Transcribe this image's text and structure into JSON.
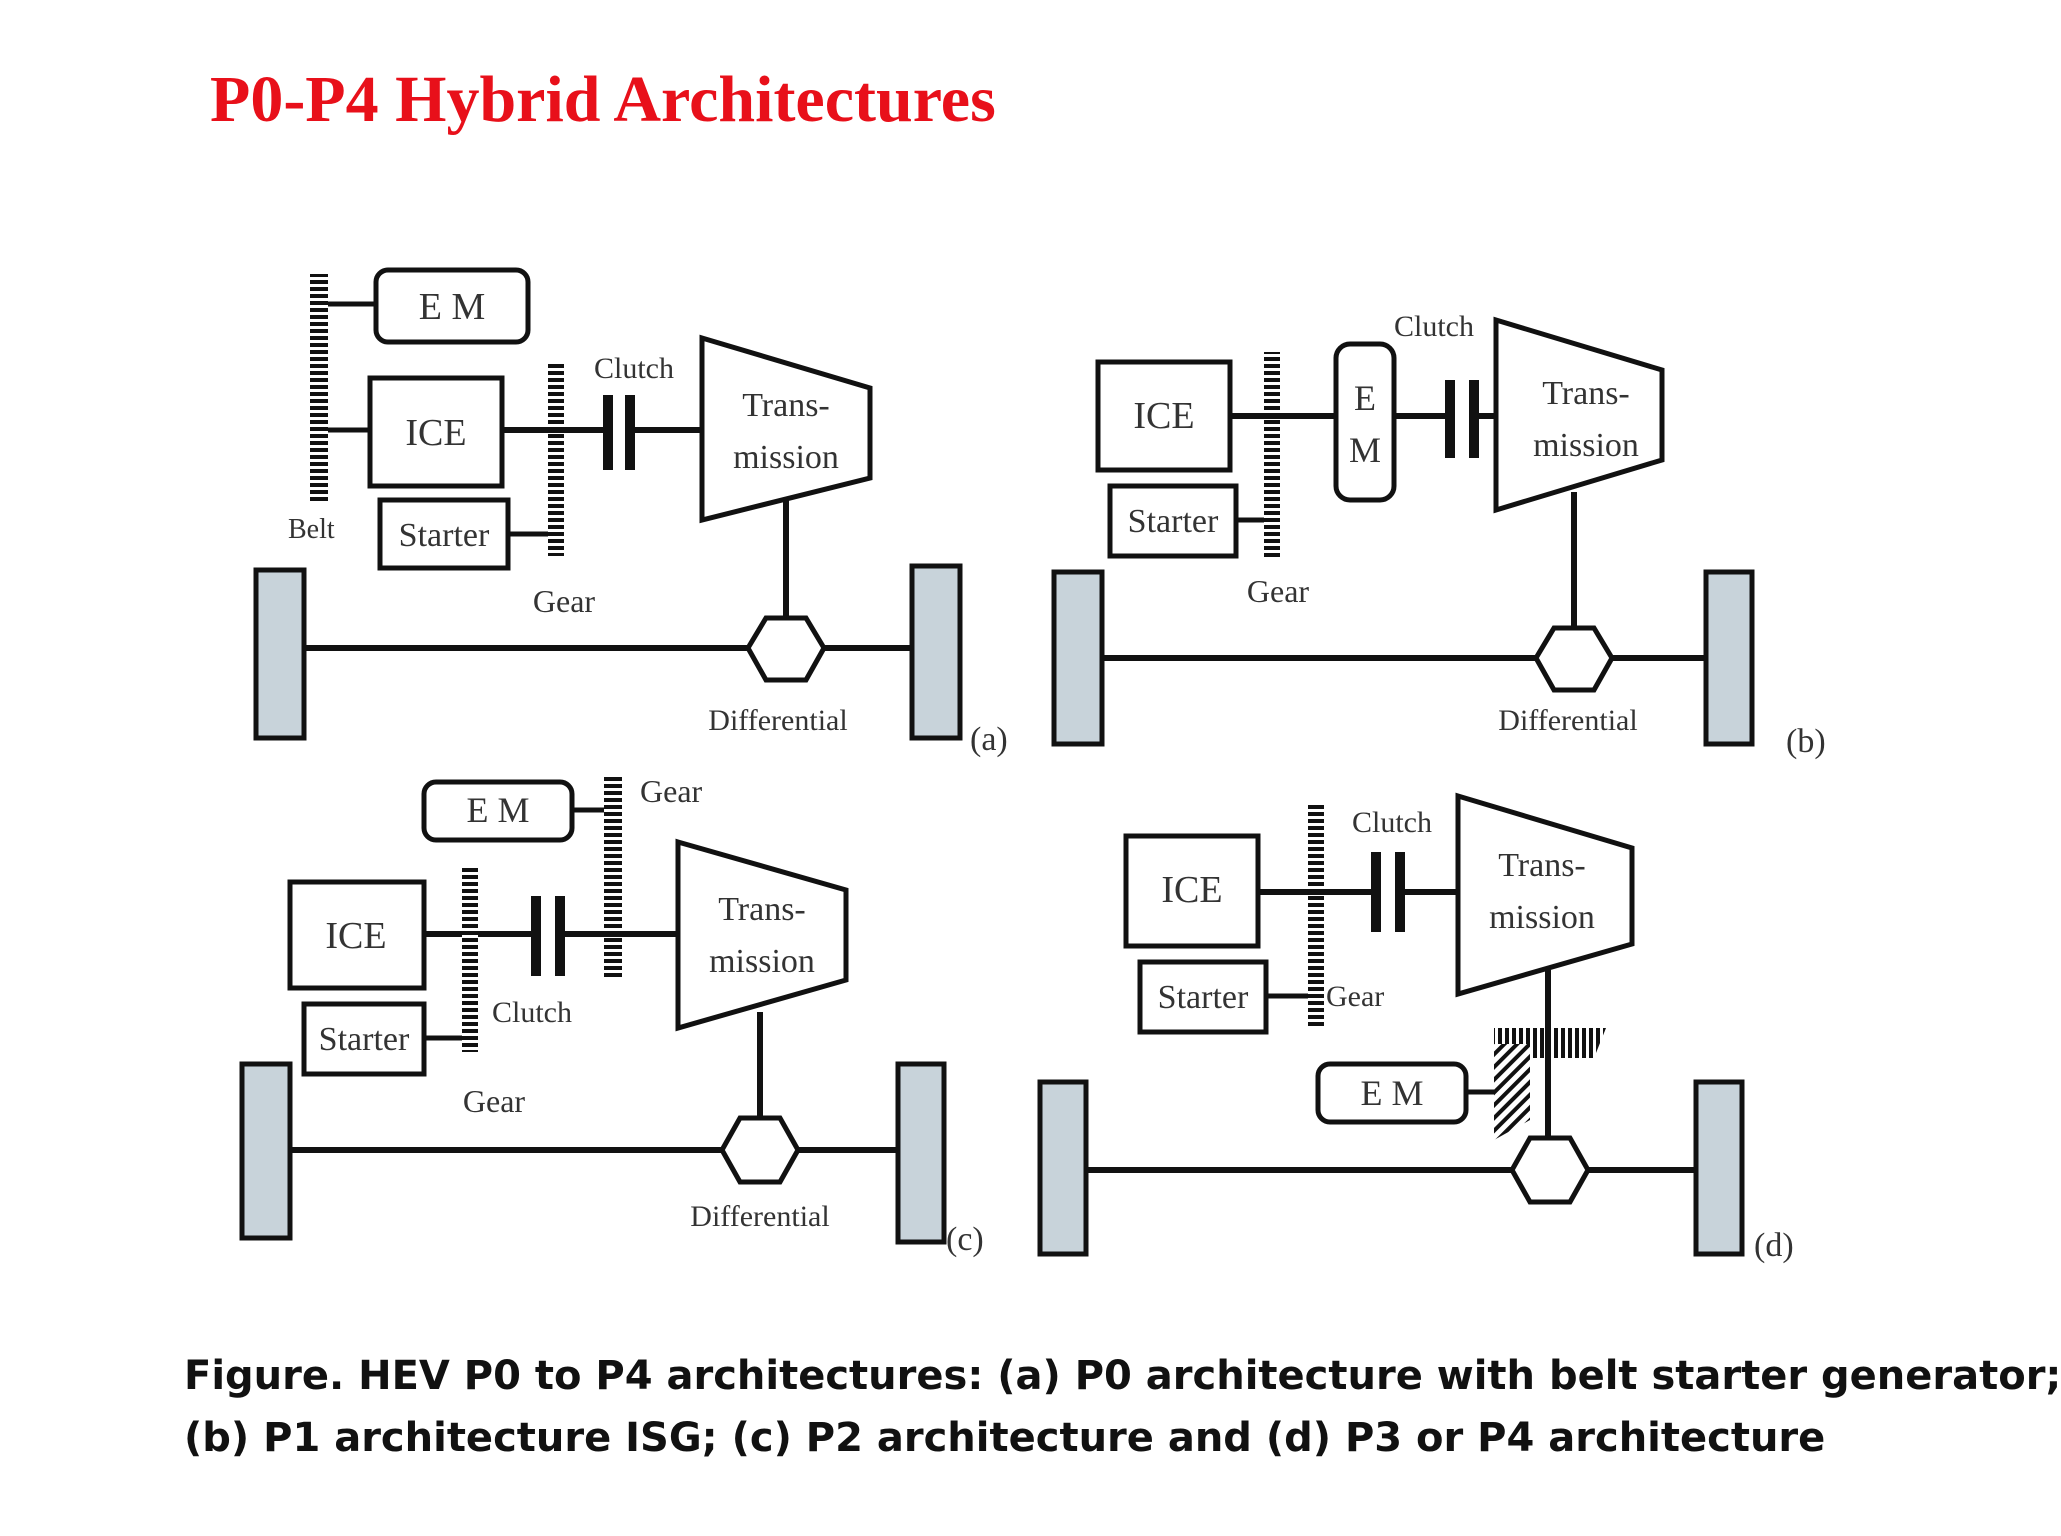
{
  "title": "P0-P4 Hybrid Architectures",
  "colors": {
    "title": "#e8101a",
    "wheel_fill": "#c8d3da",
    "stroke": "#111111"
  },
  "diagram": {
    "a": {
      "em": "E M",
      "ice": "ICE",
      "starter": "Starter",
      "belt": "Belt",
      "gear": "Gear",
      "clutch": "Clutch",
      "trans_1": "Trans-",
      "trans_2": "mission",
      "differential": "Differential",
      "tag": "(a)"
    },
    "b": {
      "ice": "ICE",
      "em_1": "E",
      "em_2": "M",
      "starter": "Starter",
      "gear": "Gear",
      "clutch": "Clutch",
      "trans_1": "Trans-",
      "trans_2": "mission",
      "differential": "Differential",
      "tag": "(b)"
    },
    "c": {
      "em": "E M",
      "gear_top": "Gear",
      "ice": "ICE",
      "starter": "Starter",
      "clutch": "Clutch",
      "gear": "Gear",
      "trans_1": "Trans-",
      "trans_2": "mission",
      "differential": "Differential",
      "tag": "(c)"
    },
    "d": {
      "clutch": "Clutch",
      "ice": "ICE",
      "starter": "Starter",
      "gear": "Gear",
      "trans_1": "Trans-",
      "trans_2": "mission",
      "em": "E M",
      "tag": "(d)"
    }
  },
  "caption": {
    "line1": "Figure. HEV P0 to P4 architectures: (a) P0 architecture with belt starter generator;",
    "line2": "(b) P1 architecture ISG; (c) P2 architecture and (d) P3 or P4 architecture"
  }
}
